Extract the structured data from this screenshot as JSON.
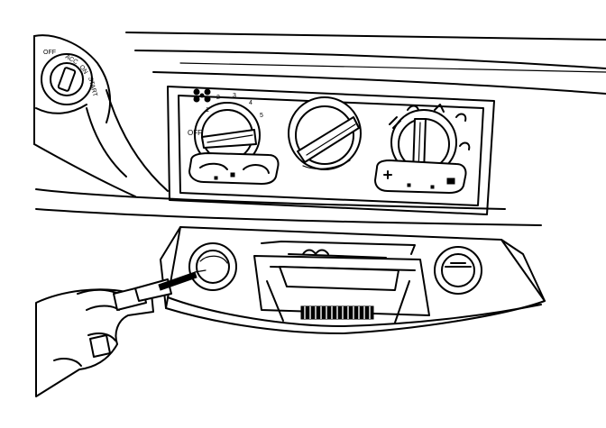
{
  "ignition": {
    "labels": [
      "OFF",
      "ACC",
      "ON",
      "START"
    ]
  },
  "fan_knob": {
    "labels": [
      "OFF",
      "1",
      "2",
      "3",
      "4",
      "5"
    ]
  },
  "colors": {
    "line": "#000000",
    "background": "#ffffff"
  }
}
